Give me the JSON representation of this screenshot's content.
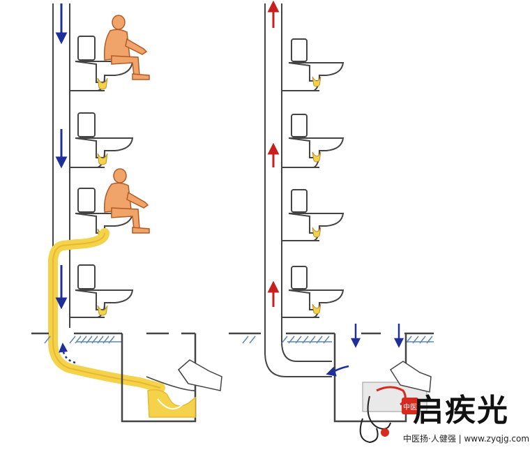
{
  "watermark": {
    "name": "启疾光",
    "subtitle": "中医扬·人健强 | www.zyqjg.com",
    "seal_text": "中医"
  },
  "colors": {
    "pipe": "#444444",
    "pipe_fill": "#ffffff",
    "arrow_down": "#1f2f9a",
    "arrow_up": "#c81e1e",
    "water": "#f4d24a",
    "water_dark": "#e8b92e",
    "skin": "#f0a46a",
    "skin_stroke": "#b25a25",
    "ground_hatch": "#5a86b8",
    "seal": "#d62a1e"
  },
  "diagrams": [
    {
      "name": "left",
      "floors": 4,
      "occupied_floors": [
        1,
        3
      ],
      "flow": "down",
      "backflow": true
    },
    {
      "name": "right",
      "floors": 4,
      "occupied_floors": [],
      "flow": "up",
      "backflow": false
    }
  ]
}
